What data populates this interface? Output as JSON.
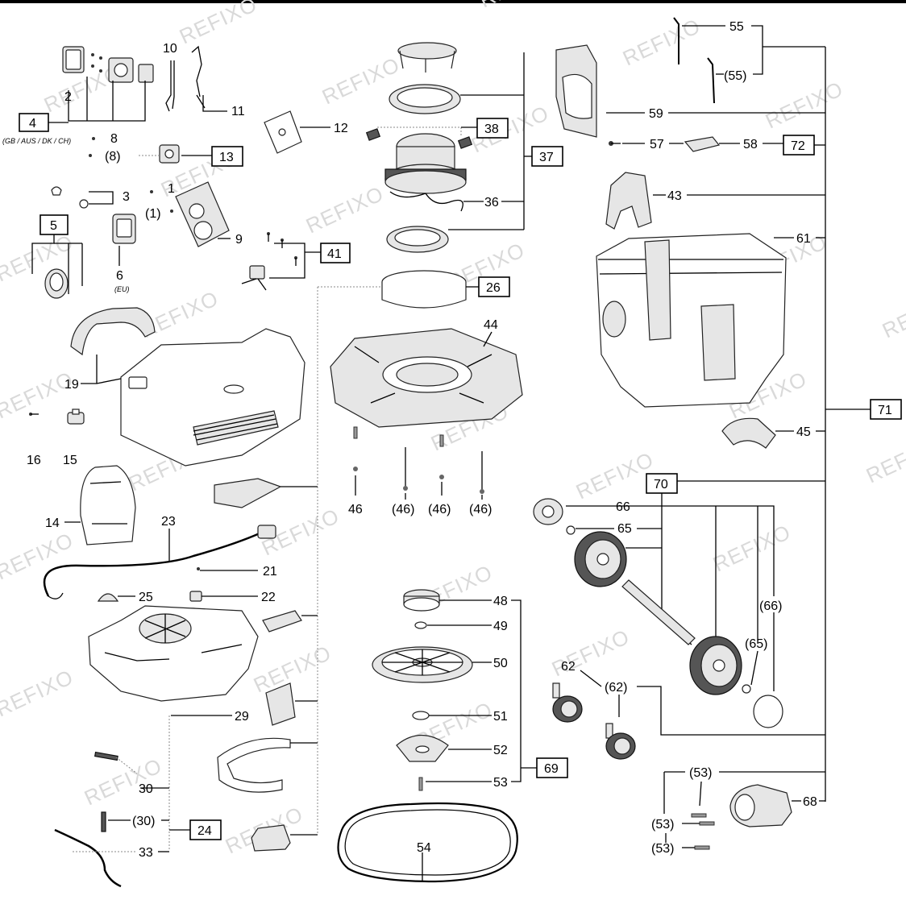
{
  "watermark": "REFIXO",
  "labels": {
    "l1": "1",
    "l1p": "(1)",
    "l2": "2",
    "l3": "3",
    "l6": "6",
    "l6n": "(EU)",
    "l8": "8",
    "l8p": "(8)",
    "l9": "9",
    "l10": "10",
    "l11": "11",
    "l12": "12",
    "l14": "14",
    "l15": "15",
    "l16": "16",
    "l19": "19",
    "l21": "21",
    "l22": "22",
    "l23": "23",
    "l25": "25",
    "l29": "29",
    "l30": "30",
    "l30p": "(30)",
    "l33": "33",
    "l36": "36",
    "l43": "43",
    "l44": "44",
    "l45": "45",
    "l46a": "46",
    "l46b": "(46)",
    "l46c": "(46)",
    "l46d": "(46)",
    "l48": "48",
    "l49": "49",
    "l50": "50",
    "l51": "51",
    "l52": "52",
    "l53": "53",
    "l53a": "(53)",
    "l53b": "(53)",
    "l53c": "(53)",
    "l54": "54",
    "l55": "55",
    "l55p": "(55)",
    "l57": "57",
    "l58": "58",
    "l59": "59",
    "l61": "61",
    "l62": "62",
    "l62p": "(62)",
    "l65": "65",
    "l65p": "(65)",
    "l66": "66",
    "l66p": "(66)",
    "l68": "68",
    "l4note": "(GB / AUS / DK / CH)"
  },
  "boxes": {
    "b4": "4",
    "b5": "5",
    "b13": "13",
    "b24": "24",
    "b26": "26",
    "b37": "37",
    "b38": "38",
    "b41": "41",
    "b69": "69",
    "b70": "70",
    "b71": "71",
    "b72": "72"
  }
}
